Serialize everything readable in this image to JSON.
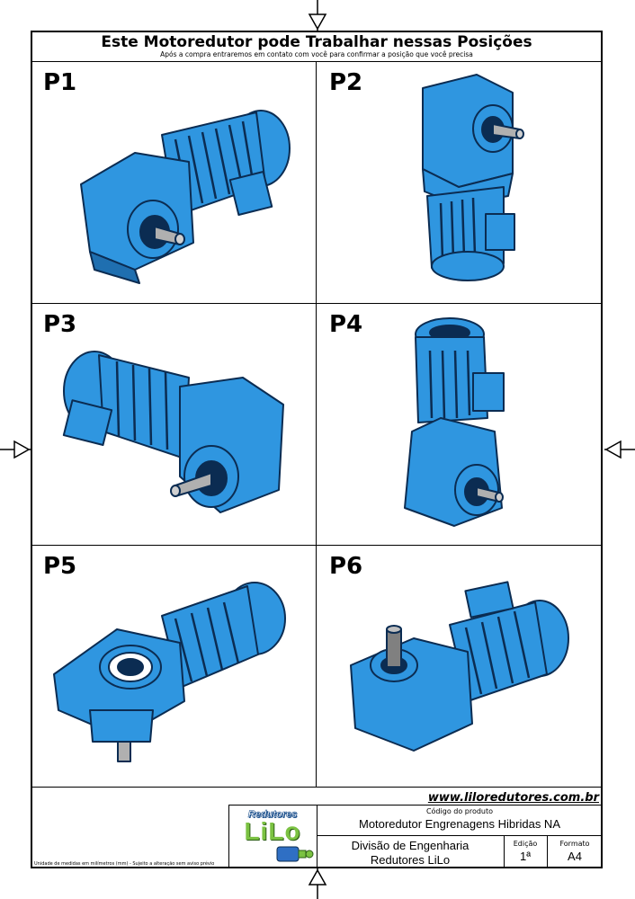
{
  "header": {
    "title": "Este Motoredutor pode Trabalhar nessas Posições",
    "subtitle": "Após a compra entraremos em contato com você para confirmar a posição que você precisa"
  },
  "positions": [
    {
      "label": "P1"
    },
    {
      "label": "P2"
    },
    {
      "label": "P3"
    },
    {
      "label": "P4"
    },
    {
      "label": "P5"
    },
    {
      "label": "P6"
    }
  ],
  "footer": {
    "website": "www.liloredutores.com.br",
    "logo_top": "Redutores",
    "logo_main": "LiLo",
    "product_code_label": "Código do produto",
    "product_code": "Motoredutor Engrenagens Hibridas NA",
    "division_line1": "Divisão de Engenharia",
    "division_line2": "Redutores LiLo",
    "edition_label": "Edição",
    "edition_value": "1ª",
    "format_label": "Formato",
    "format_value": "A4",
    "footnote": "Unidade de medidas em milímetros (mm) - Sujeito a alteração sem aviso prévio"
  },
  "colors": {
    "motor_blue": "#2f96e0",
    "motor_dark": "#0b2c52",
    "shaft_gray": "#9a9a9a"
  }
}
